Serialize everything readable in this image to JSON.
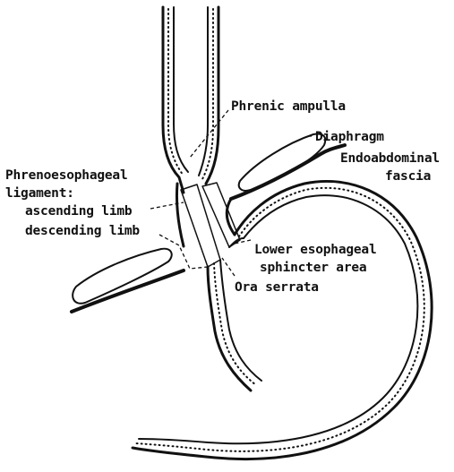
{
  "labels": {
    "phrenic_ampulla": "Phrenic ampulla",
    "diaphragm": "Diaphragm",
    "endoabdominal_1": "Endoabdominal",
    "endoabdominal_2": "fascia",
    "phrenoesophageal_1": "Phrenoesophageal",
    "phrenoesophageal_2": "ligament:",
    "ascending_limb": "ascending limb",
    "descending_limb": "descending limb",
    "les_1": "Lower esophageal",
    "les_2": "sphincter area",
    "ora_serrata": "Ora serrata"
  },
  "colors": {
    "ink": "#111111",
    "paper": "#ffffff"
  }
}
